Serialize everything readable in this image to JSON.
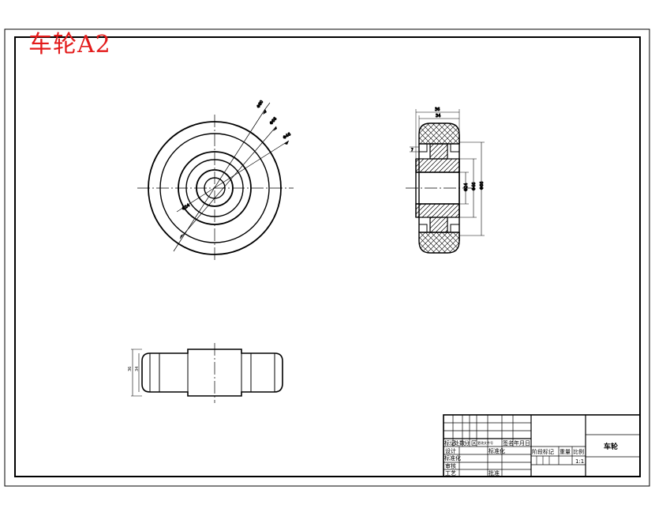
{
  "drawing": {
    "stamp_title": "车轮A2",
    "part_name": "车轮",
    "scale": "1:1"
  },
  "title_block": {
    "header_cells": [
      "标记",
      "处数",
      "分",
      "区",
      "更改文件号",
      "签名",
      "年月日"
    ],
    "rows": [
      "设计",
      "标准化",
      "审核",
      "工艺"
    ],
    "batch_labels": [
      "阶段标记",
      "重量",
      "比例"
    ],
    "extra_labels": [
      "标准化",
      "批准"
    ]
  }
}
